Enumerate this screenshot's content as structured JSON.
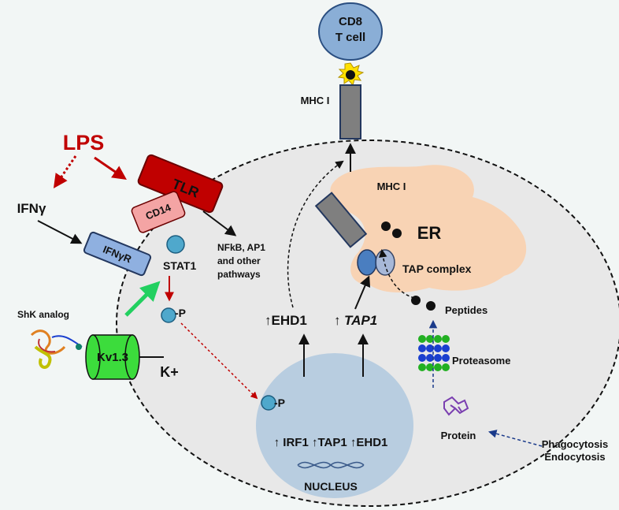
{
  "labels": {
    "cd8_line1": "CD8",
    "cd8_line2": "T cell",
    "mhc_top": "MHC I",
    "mhc_er": "MHC I",
    "er": "ER",
    "lps": "LPS",
    "ifng": "IFNγ",
    "tlr": "TLR",
    "cd14": "CD14",
    "ifngr": "IFNγR",
    "stat1": "STAT1",
    "nfkb_line1": "NFkB, AP1",
    "nfkb_line2": "and other",
    "nfkb_line3": "pathways",
    "phospho_p": "-P",
    "phospho_p2": "-P",
    "shk": "ShK analog",
    "kv13": "Kv1.3",
    "kplus": "K+",
    "ehd1_up": "↑EHD1",
    "tap1_up_arrow": "↑",
    "tap1_up": "TAP1",
    "tap_complex": "TAP complex",
    "peptides": "Peptides",
    "proteasome": "Proteasome",
    "protein": "Protein",
    "phago_line1": "Phagocytosis",
    "phago_line2": "Endocytosis",
    "nucleus_genes": "↑ IRF1  ↑TAP1  ↑EHD1",
    "nucleus": "NUCLEUS"
  },
  "colors": {
    "background": "#f2f6f5",
    "cell_fill": "#e8e8e8",
    "nucleus_fill": "#b8cde0",
    "er_fill": "#f8d3b4",
    "tlr": "#c00000",
    "cd14": "#f4a4a4",
    "ifngr": "#8fb0e0",
    "stat1": "#4fa8cc",
    "kv13": "#3cdc3c",
    "cd8": "#8aaed6",
    "mhc": "#7f7f7f",
    "lps_red": "#c00000",
    "tap_blue": "#4a7ec0",
    "proteasome_green": "#22b022",
    "proteasome_blue": "#1a3fcf",
    "protein_purple": "#7a3fb0"
  }
}
